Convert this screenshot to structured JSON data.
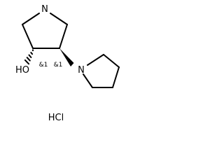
{
  "molecule": {
    "atoms": {
      "ring_nitrogen": "N",
      "hydroxyl": "HO",
      "pyrrolidinyl_nitrogen": "N"
    },
    "stereo_labels": {
      "c3": "&1",
      "c4": "&1"
    },
    "salt": "HCl"
  },
  "colors": {
    "ink": "#000000",
    "background": "#ffffff"
  }
}
